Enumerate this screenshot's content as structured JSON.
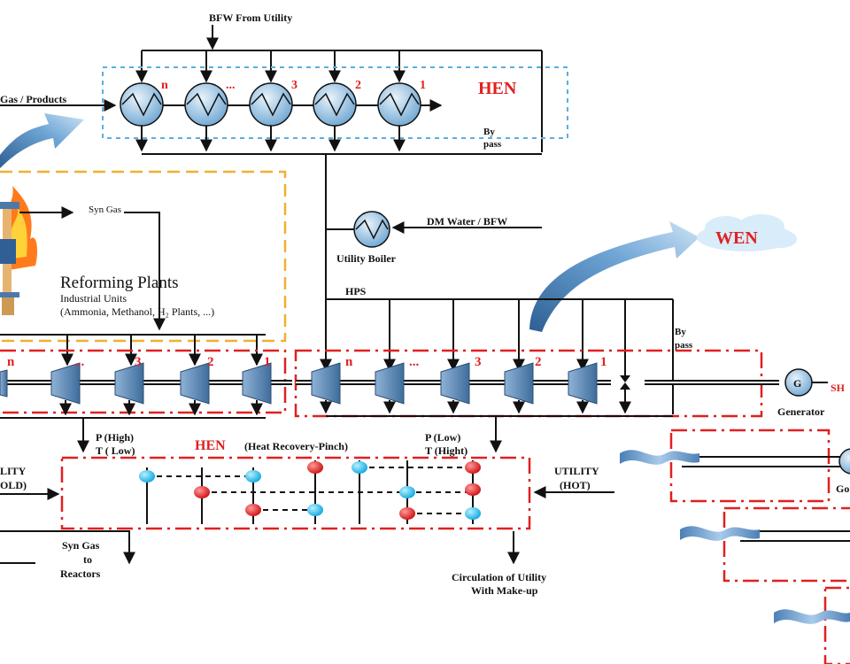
{
  "labels": {
    "bfw_from_utility": "BFW From Utility",
    "gas_products": "Gas / Products",
    "hen_top": "HEN",
    "bypass_top_1": "By",
    "bypass_top_2": "pass",
    "syn_gas": "Syn Gas",
    "dm_water": "DM Water / BFW",
    "utility_boiler": "Utility Boiler",
    "wen": "WEN",
    "reforming_title": "Reforming Plants",
    "reforming_sub1": "Industrial Units",
    "reforming_sub2": "(Ammonia, Methanol, H₂ Plants, ...)",
    "hps": "HPS",
    "bypass_mid_1": "By",
    "bypass_mid_2": "pass",
    "generator": "Generator",
    "generator_g": "G",
    "sh_partial": "SH",
    "go_partial": "Go",
    "p_high": "P (High)",
    "t_low": "T ( Low)",
    "p_low": "P (Low)",
    "t_high": "T (Hight)",
    "hen_mid": "HEN",
    "hen_mid_sub": "(Heat Recovery-Pinch)",
    "utility_cold_1": "LITY",
    "utility_cold_2": "OLD)",
    "utility_hot_1": "UTILITY",
    "utility_hot_2": "(HOT)",
    "syn_gas_reactors_1": "Syn Gas",
    "syn_gas_reactors_2": "to",
    "syn_gas_reactors_3": "Reactors",
    "circulation_1": "Circulation of Utility",
    "circulation_2": "With Make-up"
  },
  "hx_top_numbers": [
    "n",
    "...",
    "3",
    "2",
    "1"
  ],
  "turbine_left_numbers": [
    "n",
    "...",
    "3",
    "2",
    "1"
  ],
  "turbine_right_numbers": [
    "n",
    "...",
    "3",
    "2",
    "1"
  ],
  "colors": {
    "red": "#e02020",
    "blue_dash": "#5aaee0",
    "orange_dash": "#f0b030",
    "turbine": "#5b86b3",
    "ball_red": "#e02020",
    "ball_cyan": "#20b8e8"
  }
}
